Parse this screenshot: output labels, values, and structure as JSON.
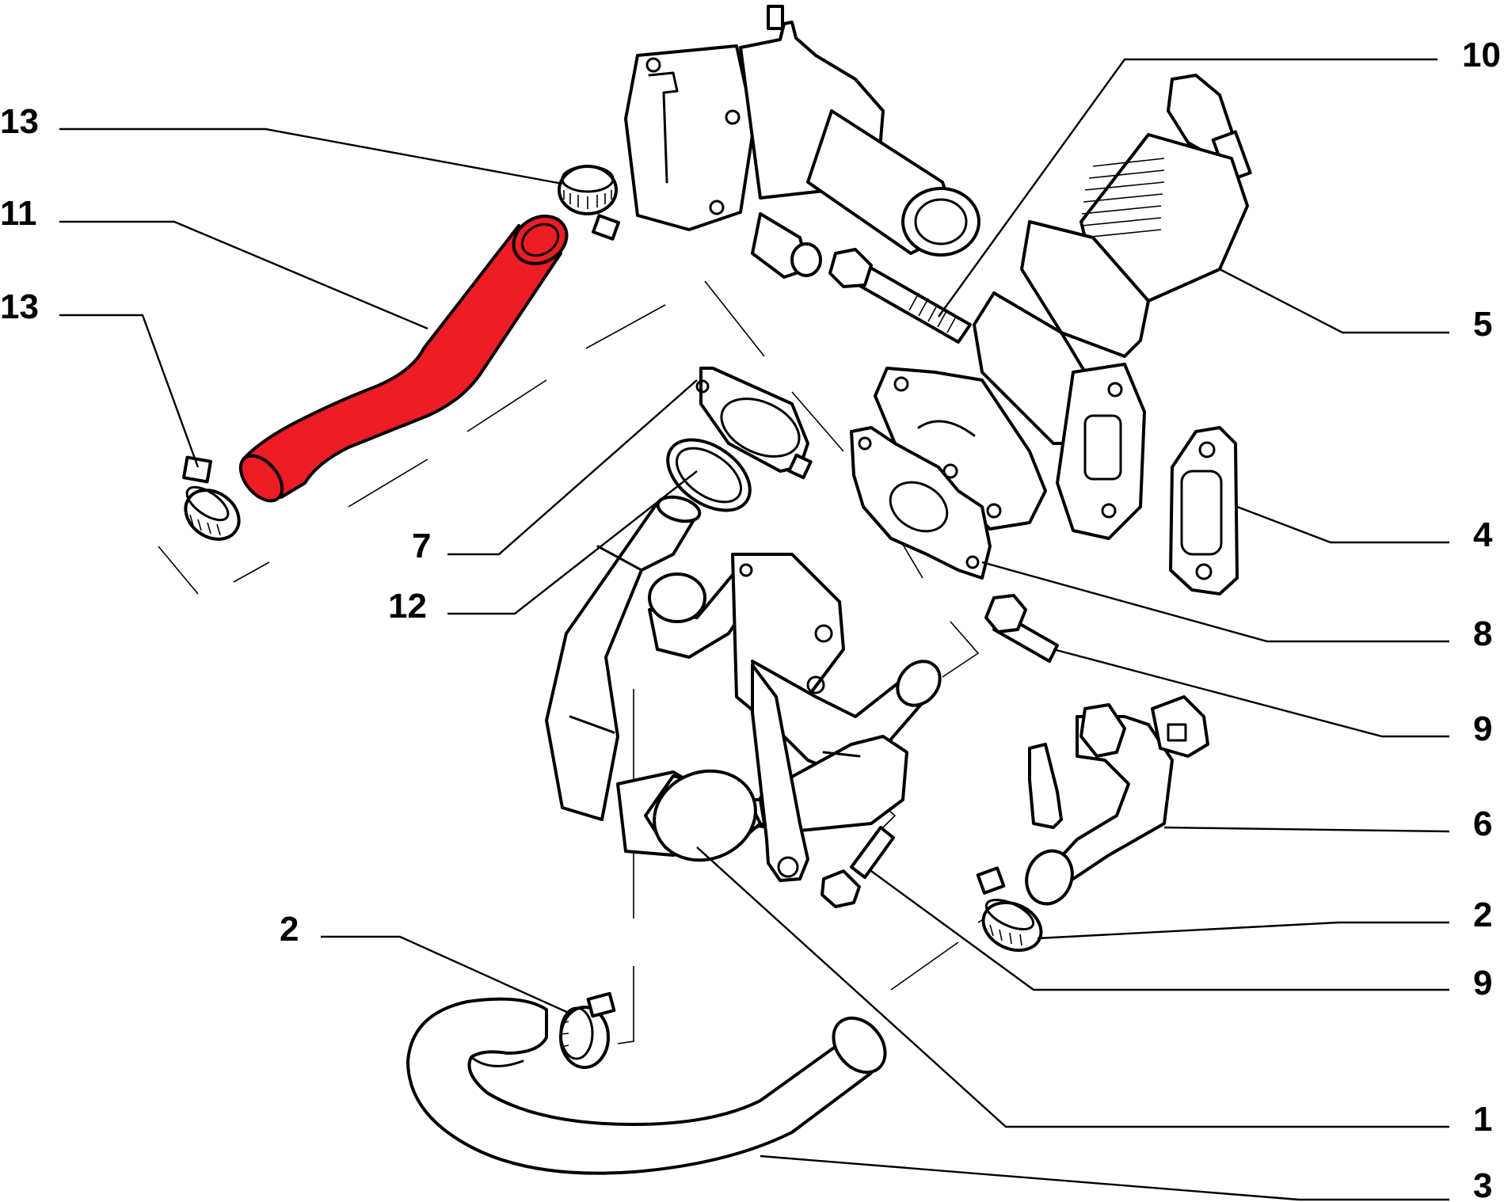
{
  "colors": {
    "highlight": "#ee1c25",
    "line": "#000000",
    "background": "#ffffff"
  },
  "callouts": {
    "c13a": "13",
    "c11": "11",
    "c13b": "13",
    "c10": "10",
    "c5": "5",
    "c4": "4",
    "c7": "7",
    "c12": "12",
    "c8": "8",
    "c9a": "9",
    "c6": "6",
    "c2a": "2",
    "c2b": "2",
    "c9b": "9",
    "c1": "1",
    "c3": "3"
  },
  "highlighted_part": "11"
}
